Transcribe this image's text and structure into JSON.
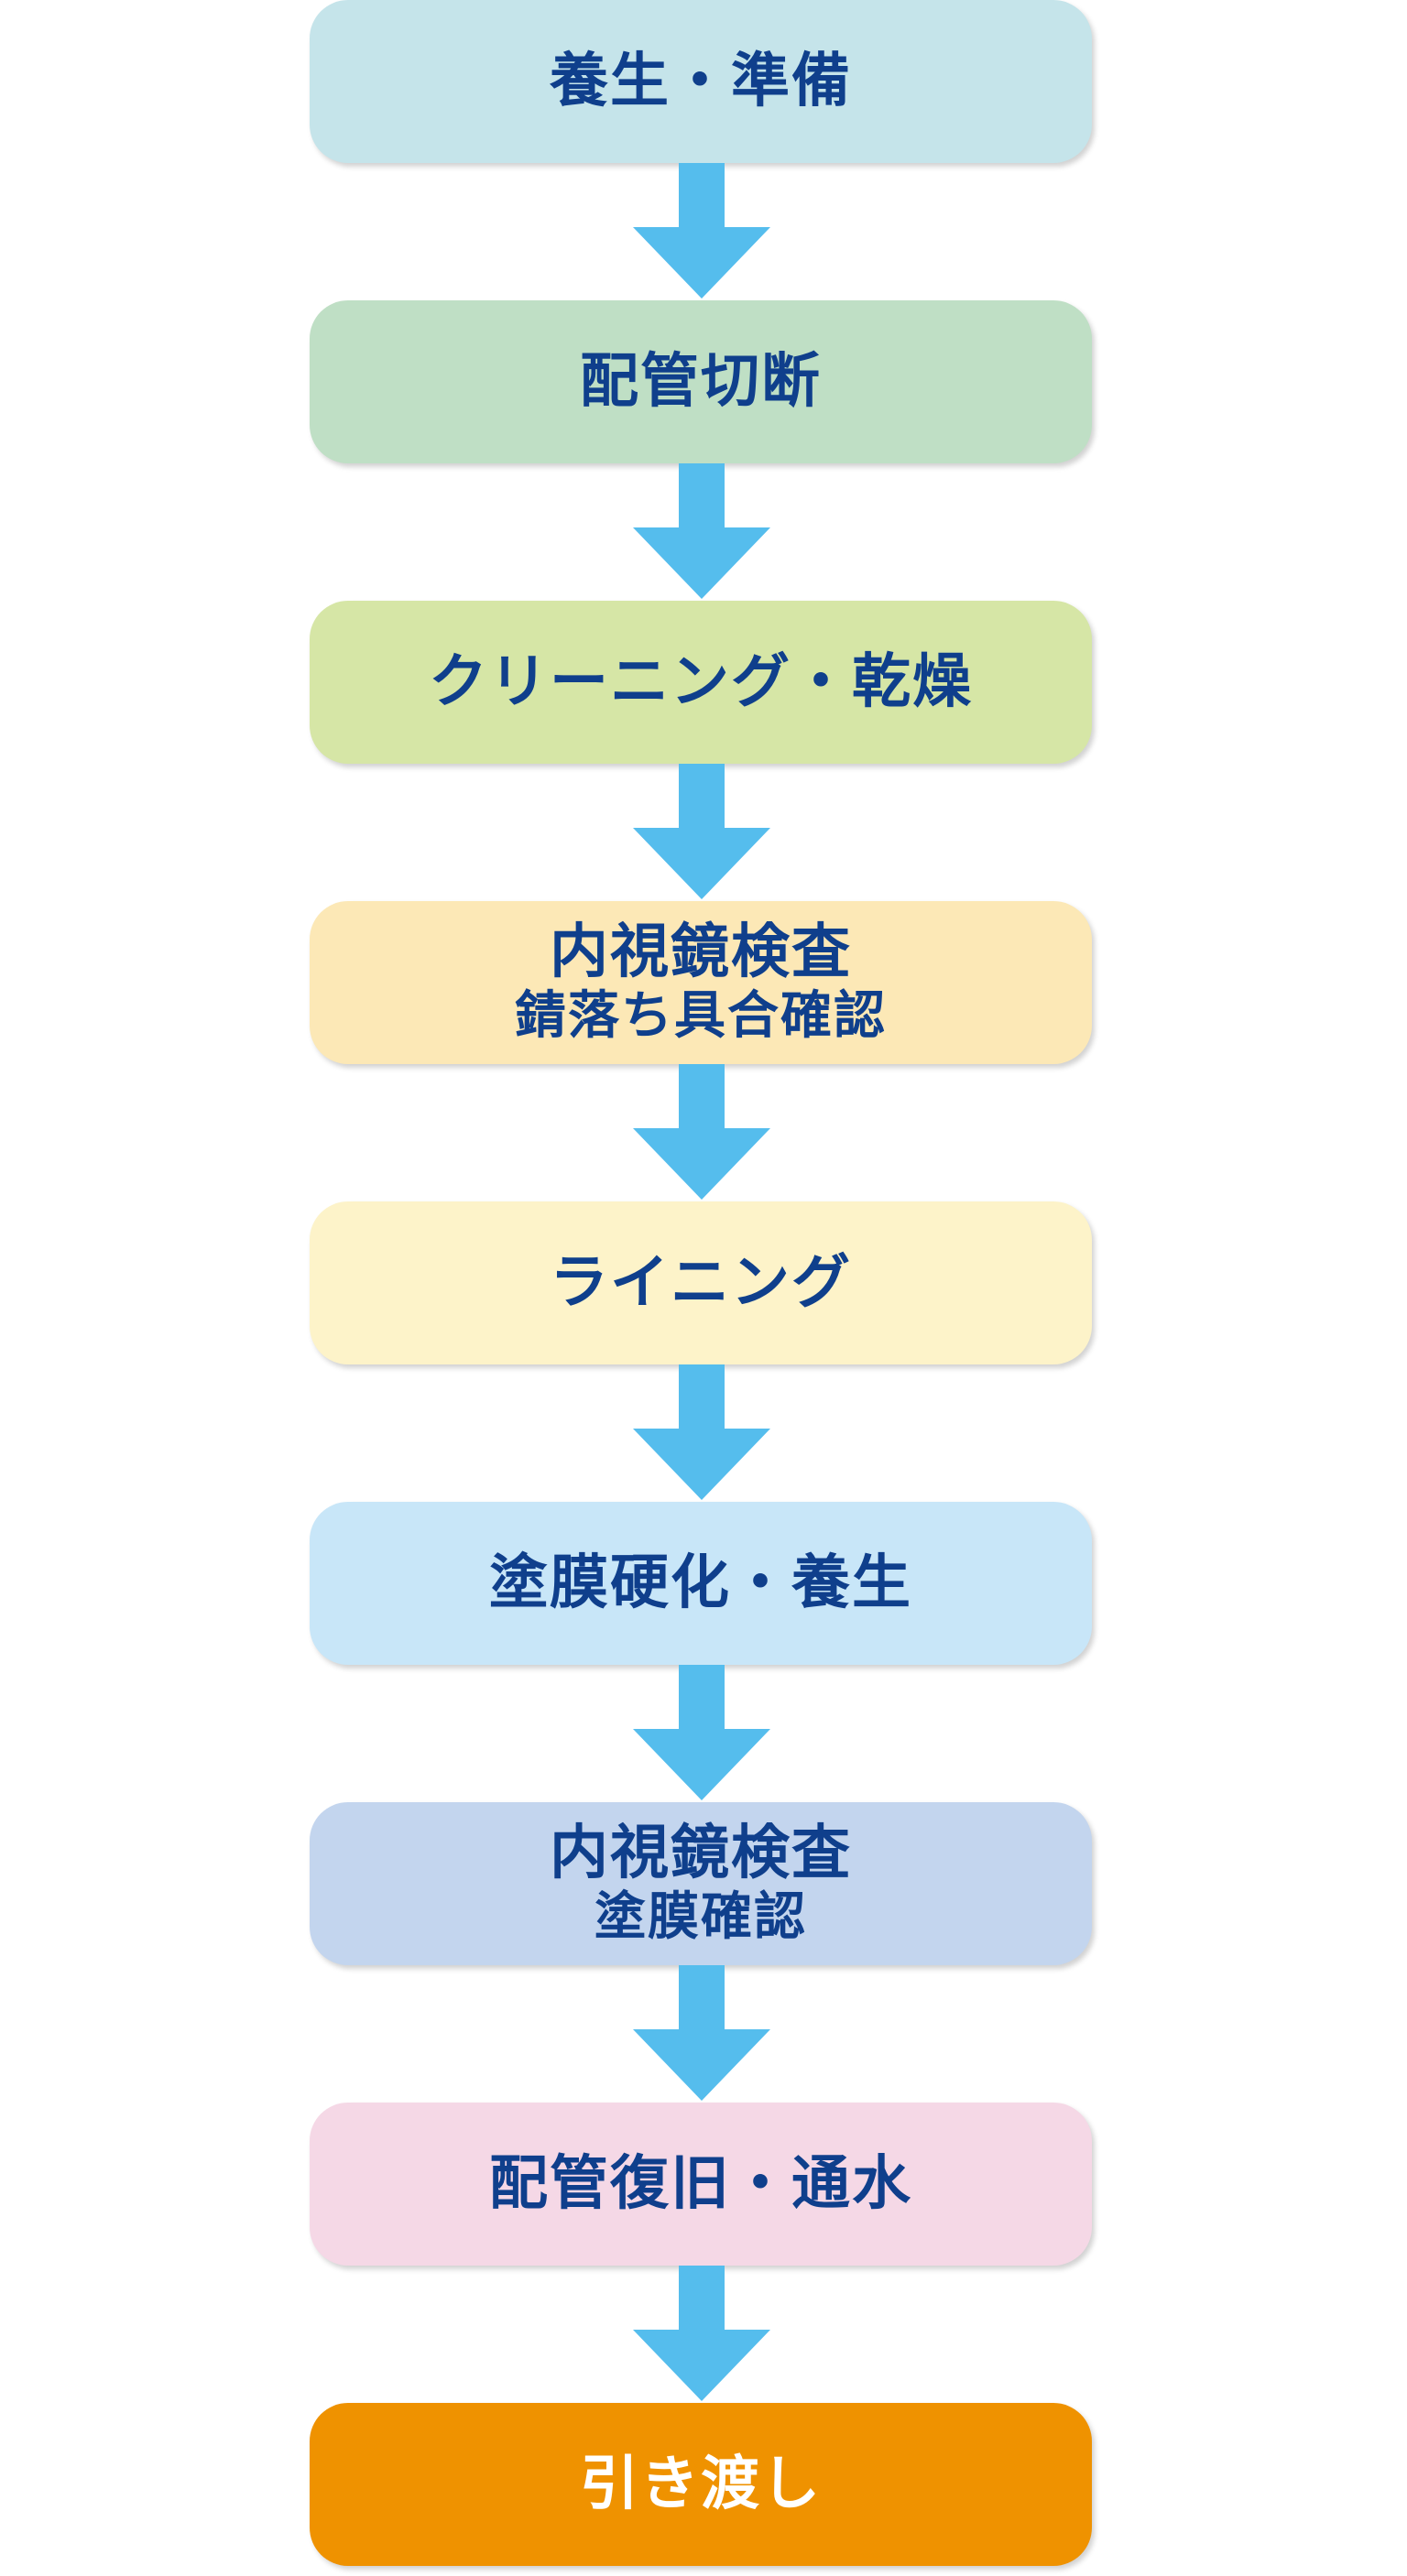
{
  "steps": [
    {
      "lines": [
        "養生・準備"
      ],
      "color": "#c5e4ea"
    },
    {
      "lines": [
        "配管切断"
      ],
      "color": "#bfdfc5"
    },
    {
      "lines": [
        "クリーニング・乾燥"
      ],
      "color": "#d6e6a6"
    },
    {
      "lines": [
        "内視鏡検査",
        "錆落ち具合確認"
      ],
      "color": "#fce8b6"
    },
    {
      "lines": [
        "ライニング"
      ],
      "color": "#fdf3c9"
    },
    {
      "lines": [
        "塗膜硬化・養生"
      ],
      "color": "#c8e6f8"
    },
    {
      "lines": [
        "内視鏡検査",
        "塗膜確認"
      ],
      "color": "#c3d5ee"
    },
    {
      "lines": [
        "配管復旧・通水"
      ],
      "color": "#f5d8e6"
    },
    {
      "lines": [
        "引き渡し"
      ],
      "color": "#ef9200"
    }
  ],
  "arrow_color": "#55bded"
}
